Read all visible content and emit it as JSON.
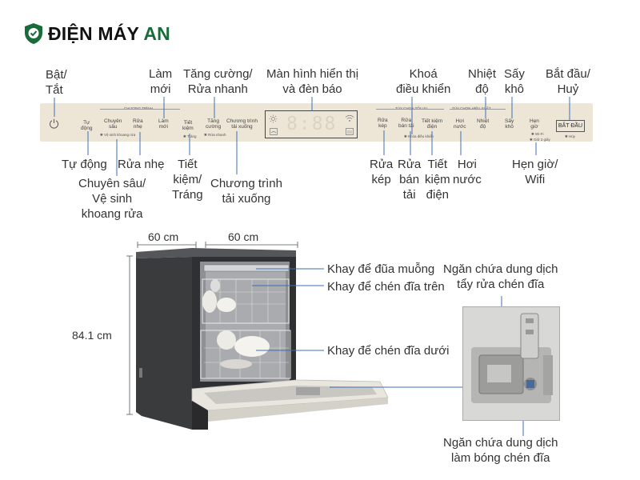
{
  "brand": {
    "name_main": "ĐIỆN MÁY ",
    "name_accent": "AN",
    "accent_color": "#1a6b3a",
    "logo_icon": "shield-check-icon"
  },
  "top_labels": {
    "power": "Bật/\nTắt",
    "clean": "Làm\nmới",
    "intensive_quick": "Tăng cường/\nRửa nhanh",
    "display": "Màn hình hiển thị\nvà đèn báo",
    "child_lock": "Khoá\nđiều khiển",
    "temperature": "Nhiệt\nđộ",
    "dry": "Sấy\nkhô",
    "start_cancel": "Bắt đầu/\nHuỷ"
  },
  "bottom_labels": {
    "auto": "Tự động",
    "delicate": "Rửa nhẹ",
    "deep_clean": "Chuyên sâu/\nVệ sinh\nkhoang rửa",
    "eco_rinse": "Tiết\nkiệm/\nTráng",
    "download": "Chương trình\ntải xuống",
    "dual_zone": "Rửa\nkép",
    "half_load": "Rửa\nbán\ntải",
    "energy_saver": "Tiết\nkiệm\nđiện",
    "steam": "Hơi\nnước",
    "delay_wifi": "Hẹn giờ/\nWifi"
  },
  "panel": {
    "section_program": "CHƯƠNG TRÌNH",
    "section_options": "TÙY CHỌN TỐI ƯU",
    "section_performance": "TÙY CHỌN HIỆU SUẤT",
    "btn_auto": "Tự\nđộng",
    "btn_intensive": "Chuyên\nsâu",
    "btn_intensive_sub": "✱ Vệ sinh khoang rửa",
    "btn_delicate": "Rửa\nnhẹ",
    "btn_refresh": "Làm\nmới",
    "btn_eco": "Tiết\nkiệm",
    "btn_eco_sub": "✱ Tráng",
    "btn_turbo": "Tăng\ncường",
    "btn_turbo_sub": "✱ Rửa nhanh",
    "btn_download": "Chương trình\ntải xuống",
    "btn_dual": "Rửa\nkép",
    "btn_half": "Rửa\nbán tải",
    "btn_half_sub": "✱ Khóa điều khiển",
    "btn_energy": "Tiết kiệm\nđiện",
    "btn_steam": "Hơi\nnước",
    "btn_temp": "Nhiệt\nđộ",
    "btn_dry": "Sấy\nkhô",
    "btn_delay": "Hẹn\ngiờ",
    "btn_delay_sub1": "✱ Wi-Fi",
    "btn_delay_sub2": "✱ Giữ 3 giây",
    "btn_start": "BẮT ĐẦU",
    "btn_start_sub": "✱ Hủy",
    "display_digits": "8:88"
  },
  "dimensions": {
    "width1": "60 cm",
    "width2": "60 cm",
    "height": "84.1 cm"
  },
  "callouts": {
    "cutlery": "Khay để đũa muỗng",
    "upper": "Khay để chén đĩa trên",
    "lower": "Khay để chén đĩa dưới",
    "detergent": "Ngăn chứa dung dịch\ntẩy rửa chén đĩa",
    "rinse_aid": "Ngăn chứa dung dịch\nlàm bóng chén đĩa"
  },
  "colors": {
    "panel_bg": "#ede6d7",
    "leader_line": "#3d6fb5",
    "machine_body": "#3a3b3d"
  }
}
